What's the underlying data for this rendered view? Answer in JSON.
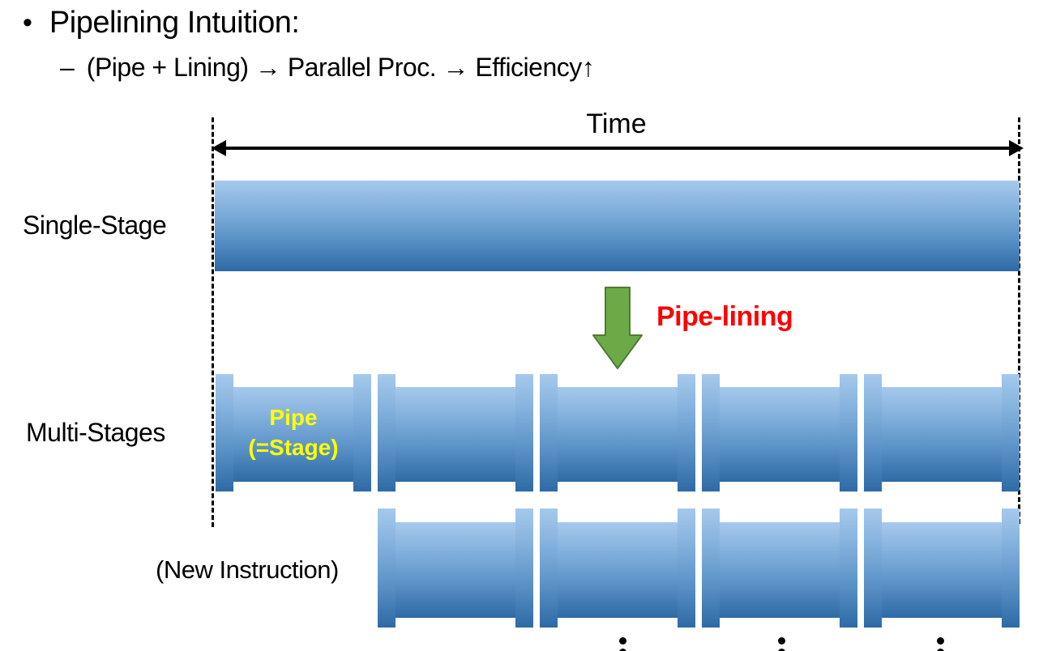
{
  "slide": {
    "bullet_char": "•",
    "title": "Pipelining Intuition:",
    "dash_char": "–",
    "subtitle": "(Pipe + Lining) → Parallel Proc. → Efficiency↑",
    "time_label": "Time",
    "single_stage_label": "Single-Stage",
    "multi_stages_label": "Multi-Stages",
    "new_instruction_label": "(New Instruction)",
    "pipelining_label": "Pipe-lining",
    "pipe_label_line1": "Pipe",
    "pipe_label_line2": "(=Stage)",
    "diagram": {
      "row1_pipe_segments": 5,
      "row2_pipe_segments": 4,
      "continuation_marks": 3
    },
    "colors": {
      "pipe_gradient_top": "#a6c9ec",
      "pipe_gradient_mid": "#5d94c8",
      "pipe_gradient_bottom": "#2e6aa5",
      "green_arrow_fill": "#6caa47",
      "green_arrow_border": "#4f7b32",
      "pipelining_text": "#ff0000",
      "pipe_stage_text": "#ffff00",
      "axis_and_text": "#000000",
      "background": "#ffffff"
    },
    "icons": {
      "time_axis": "double-headed-arrow",
      "transform": "down-arrow",
      "continuation": "vertical-ellipsis"
    }
  }
}
